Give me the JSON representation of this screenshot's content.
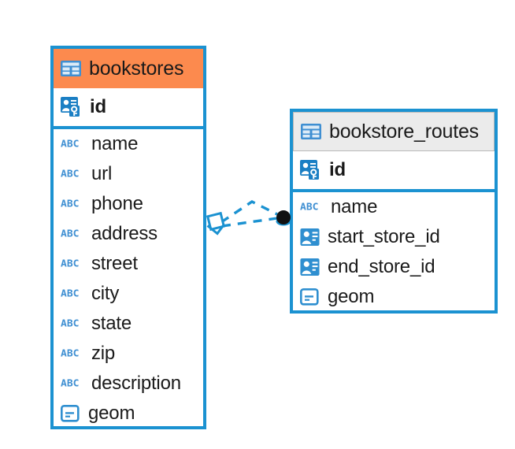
{
  "diagram": {
    "type": "entity-relationship-diagram",
    "background_color": "#ffffff",
    "accent_color": "#1b92d1",
    "highlight_color": "#fc8a4e",
    "neutral_header_color": "#ebebeb"
  },
  "tables": [
    {
      "name": "bookstores",
      "header_style": "accent",
      "table_icon": "table-grid-icon",
      "primary_key": {
        "label": "id",
        "icon": "primary-key-icon"
      },
      "columns": [
        {
          "label": "name",
          "icon": "abc-text-icon",
          "icon_text": "ABC"
        },
        {
          "label": "url",
          "icon": "abc-text-icon",
          "icon_text": "ABC"
        },
        {
          "label": "phone",
          "icon": "abc-text-icon",
          "icon_text": "ABC"
        },
        {
          "label": "address",
          "icon": "abc-text-icon",
          "icon_text": "ABC"
        },
        {
          "label": "street",
          "icon": "abc-text-icon",
          "icon_text": "ABC"
        },
        {
          "label": "city",
          "icon": "abc-text-icon",
          "icon_text": "ABC"
        },
        {
          "label": "state",
          "icon": "abc-text-icon",
          "icon_text": "ABC"
        },
        {
          "label": "zip",
          "icon": "abc-text-icon",
          "icon_text": "ABC"
        },
        {
          "label": "description",
          "icon": "abc-text-icon",
          "icon_text": "ABC"
        },
        {
          "label": "geom",
          "icon": "geometry-icon",
          "icon_text": ""
        }
      ]
    },
    {
      "name": "bookstore_routes",
      "header_style": "neutral",
      "table_icon": "table-grid-icon",
      "primary_key": {
        "label": "id",
        "icon": "primary-key-icon"
      },
      "columns": [
        {
          "label": "name",
          "icon": "abc-text-icon",
          "icon_text": "ABC"
        },
        {
          "label": "start_store_id",
          "icon": "foreign-key-icon",
          "icon_text": ""
        },
        {
          "label": "end_store_id",
          "icon": "foreign-key-icon",
          "icon_text": ""
        },
        {
          "label": "geom",
          "icon": "geometry-icon",
          "icon_text": ""
        }
      ]
    }
  ],
  "relationship": {
    "from_table": "bookstores",
    "to_table": "bookstore_routes",
    "line_style": "dashed",
    "line_color": "#1b92d1",
    "source_marker": "diamond-marker",
    "target_marker": "filled-circle-marker",
    "target_marker_color": "#111111"
  }
}
